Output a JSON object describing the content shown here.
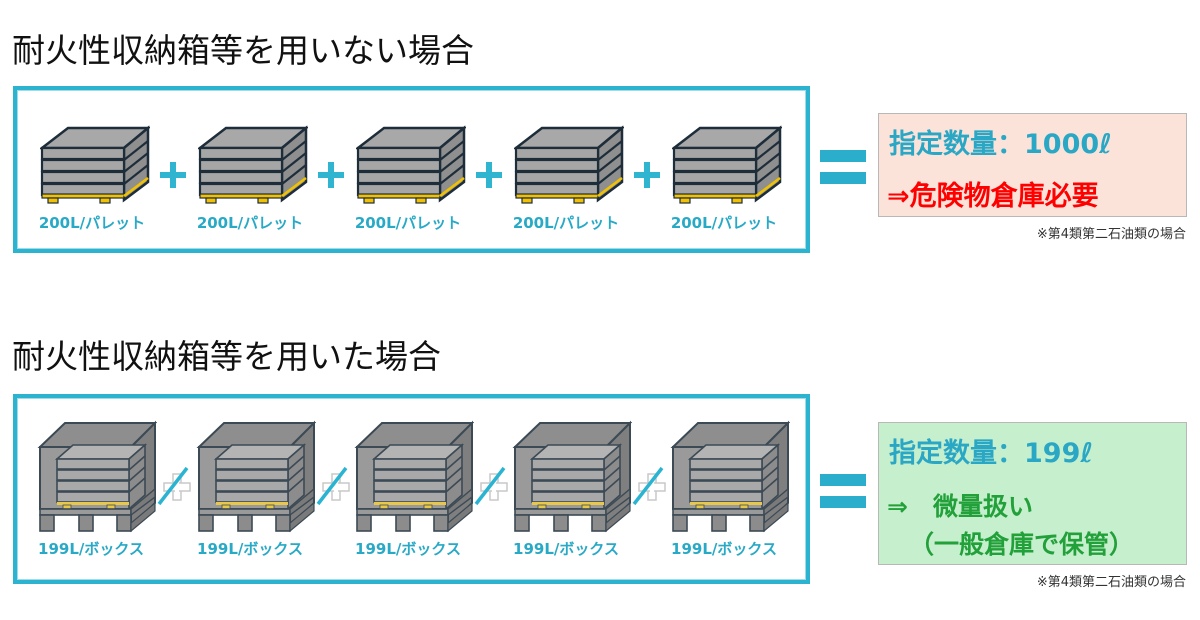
{
  "colors": {
    "accent": "#2bb3cf",
    "label": "#28a9c6",
    "danger": "#ff0000",
    "ok": "#22a03a",
    "result_bg_danger": "#fbe3da",
    "result_bg_ok": "#c6efcd",
    "pallet_yellow": "#f2c200",
    "stack_gray": "#a6a6a6"
  },
  "sections": [
    {
      "title": "耐火性収納箱等を用いない場合",
      "items": [
        {
          "label": "200L/パレット",
          "icon": "pallet-stack-icon"
        },
        {
          "label": "200L/パレット",
          "icon": "pallet-stack-icon"
        },
        {
          "label": "200L/パレット",
          "icon": "pallet-stack-icon"
        },
        {
          "label": "200L/パレット",
          "icon": "pallet-stack-icon"
        },
        {
          "label": "200L/パレット",
          "icon": "pallet-stack-icon"
        }
      ],
      "operator": "plus-icon",
      "result": {
        "quantity": "指定数量：1000ℓ",
        "conclusion": "⇒危険物倉庫必要",
        "note": "※第4類第二石油類の場合"
      }
    },
    {
      "title": "耐火性収納箱等を用いた場合",
      "items": [
        {
          "label": "199L/ボックス",
          "icon": "fireproof-box-icon"
        },
        {
          "label": "199L/ボックス",
          "icon": "fireproof-box-icon"
        },
        {
          "label": "199L/ボックス",
          "icon": "fireproof-box-icon"
        },
        {
          "label": "199L/ボックス",
          "icon": "fireproof-box-icon"
        },
        {
          "label": "199L/ボックス",
          "icon": "fireproof-box-icon"
        }
      ],
      "operator": "crossed-out-plus-icon",
      "result": {
        "quantity": "指定数量：199ℓ",
        "conclusion_line1": "⇒　微量扱い",
        "conclusion_line2": "（一般倉庫で保管）",
        "note": "※第4類第二石油類の場合"
      }
    }
  ]
}
